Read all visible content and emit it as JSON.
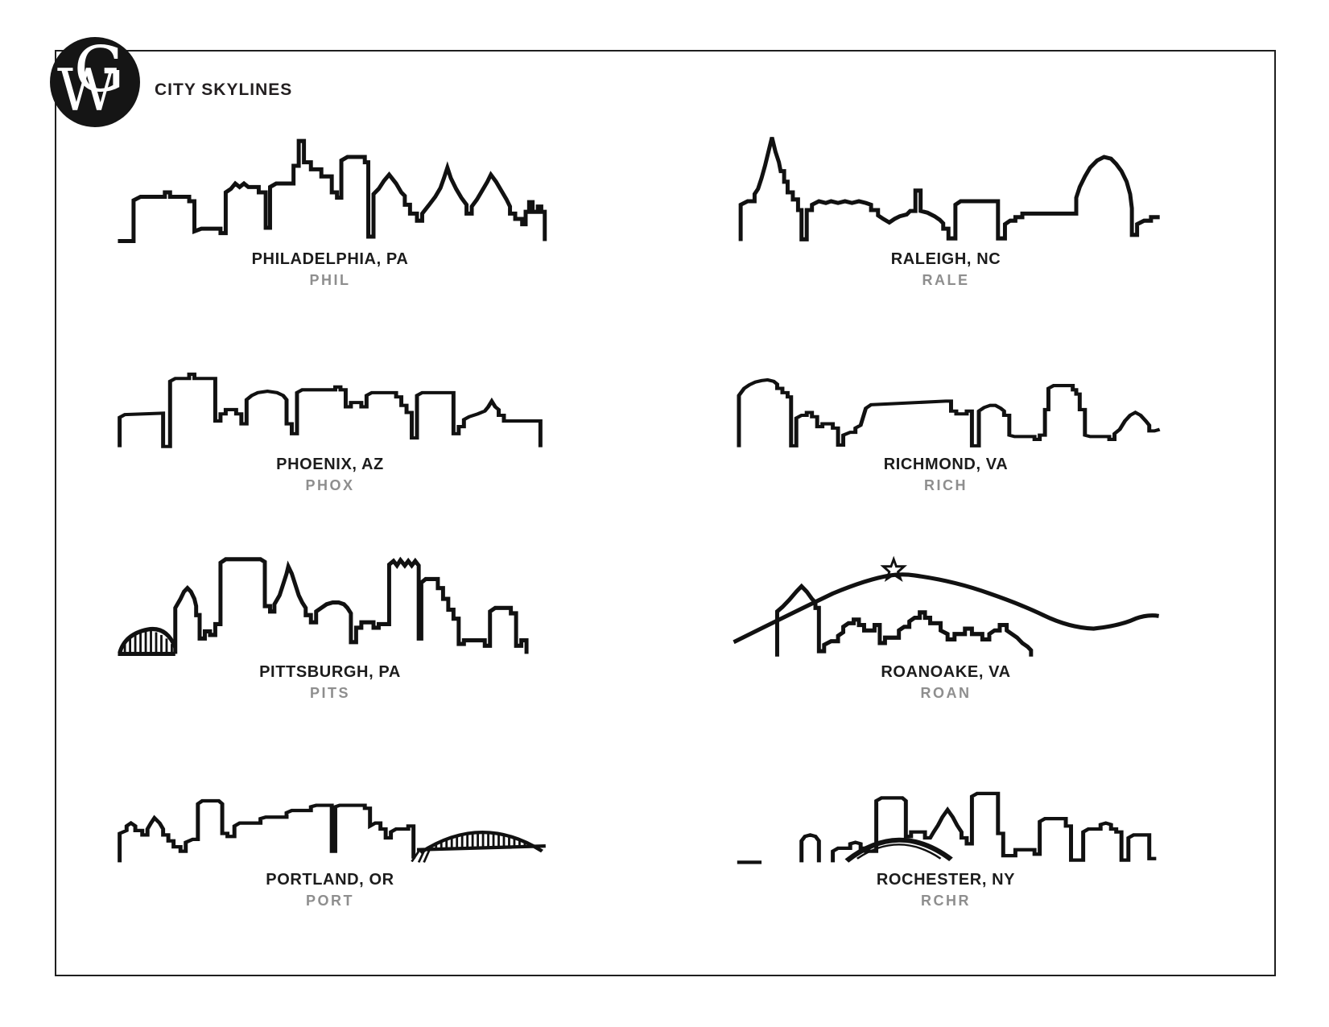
{
  "page": {
    "title": "CITY SKYLINES"
  },
  "logo": {
    "monogram_g": "G",
    "monogram_w": "W",
    "bg_color": "#151515",
    "fg_color": "#ffffff"
  },
  "colors": {
    "line": "#111111",
    "name_text": "#1c1c1c",
    "code_text": "#8e8e8e",
    "frame_border": "#1f1f1f"
  },
  "cities": [
    {
      "name": "PHILADELPHIA, PA",
      "code": "PHIL"
    },
    {
      "name": "RALEIGH, NC",
      "code": "RALE"
    },
    {
      "name": "PHOENIX, AZ",
      "code": "PHOX"
    },
    {
      "name": "RICHMOND, VA",
      "code": "RICH"
    },
    {
      "name": "PITTSBURGH, PA",
      "code": "PITS"
    },
    {
      "name": "ROANOAKE, VA",
      "code": "ROAN"
    },
    {
      "name": "PORTLAND, OR",
      "code": "PORT"
    },
    {
      "name": "ROCHESTER, NY",
      "code": "RCHR"
    }
  ]
}
